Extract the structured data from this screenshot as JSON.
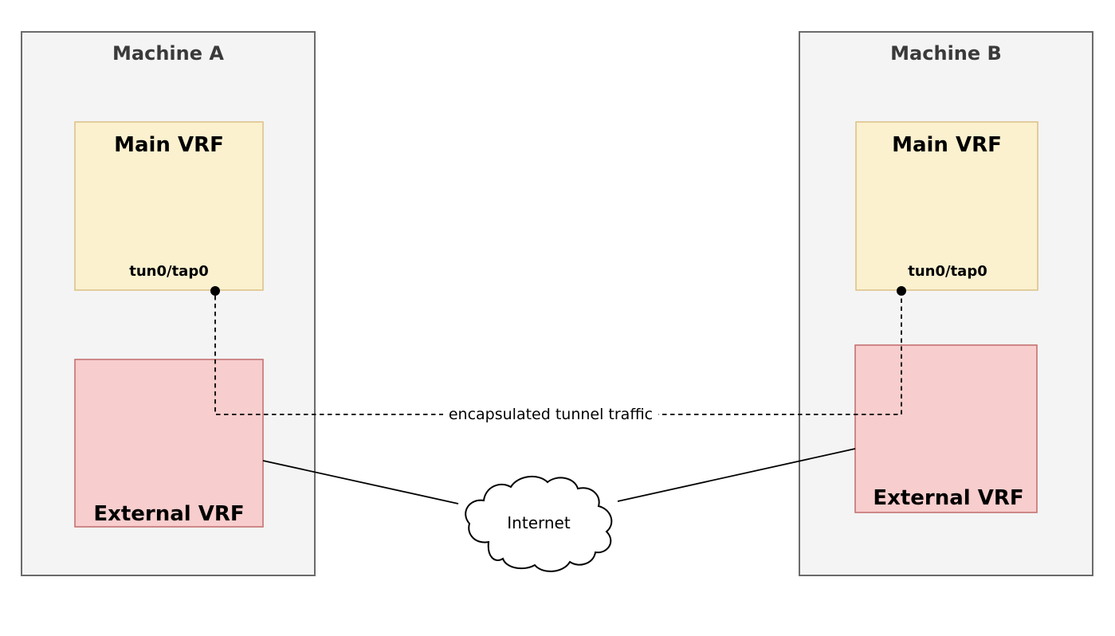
{
  "machine_a": {
    "title": "Machine A",
    "main_vrf": {
      "label": "Main VRF",
      "interface": "tun0/tap0"
    },
    "external_vrf": {
      "label": "External VRF"
    }
  },
  "machine_b": {
    "title": "Machine B",
    "main_vrf": {
      "label": "Main VRF",
      "interface": "tun0/tap0"
    },
    "external_vrf": {
      "label": "External VRF"
    }
  },
  "tunnel": {
    "label": "encapsulated tunnel traffic"
  },
  "internet": {
    "label": "Internet"
  },
  "colors": {
    "canvas_bg": "#ffffff",
    "machine_fill": "#f4f4f4",
    "machine_stroke": "#6b6b6b",
    "machine_title_color": "#3a3a3a",
    "main_vrf_fill": "#fbf1cf",
    "main_vrf_stroke": "#ddc389",
    "external_vrf_fill": "#f8cdcd",
    "external_vrf_stroke": "#c47272",
    "line_color": "#000000"
  }
}
